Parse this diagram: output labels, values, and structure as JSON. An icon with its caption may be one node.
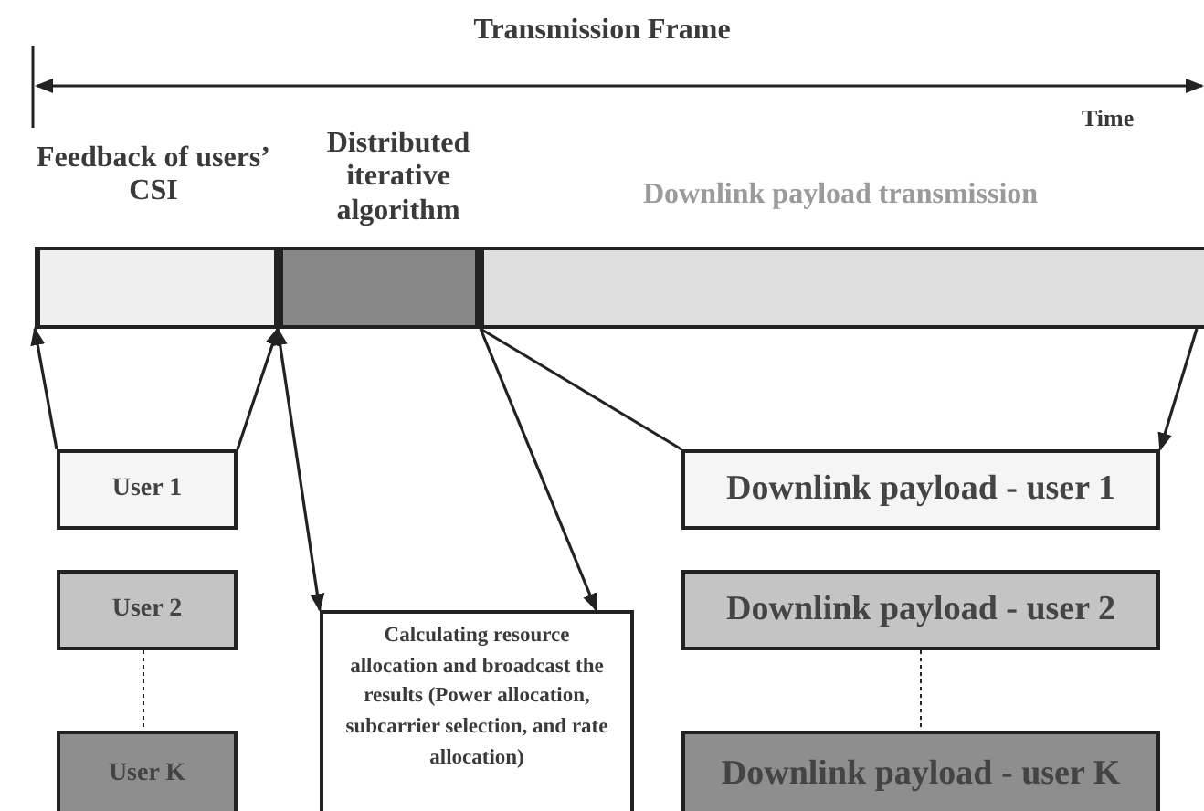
{
  "diagram": {
    "title": "Transmission Frame",
    "nodes": [
      {
        "text": [
          "Feedback of users’ CSI"
        ]
      },
      {
        "text": [
          "Distributed iterative algorithm"
        ]
      },
      {
        "text": [
          "Downlink payload transmission"
        ]
      },
      {
        "text": [
          "User 1"
        ]
      },
      {
        "text": [
          "User 2"
        ]
      },
      {
        "text": [
          "User K"
        ]
      },
      {
        "text": [
          "Calculating resource allocation and broadcast the results (Power allocation, subcarrier selection, and rate allocation)"
        ]
      },
      {
        "text": [
          "Downlink payload - user 1"
        ]
      },
      {
        "text": [
          "Downlink payload - user 2"
        ]
      },
      {
        "text": [
          "Downlink payload - user K"
        ]
      }
    ],
    "edges": [
      {
        "from": 3,
        "to": 0,
        "arrow": "to"
      },
      {
        "from": 3,
        "to": 0,
        "arrow": "to"
      },
      {
        "from": 1,
        "to": 6,
        "arrow": "both"
      },
      {
        "from": 1,
        "to": 6,
        "arrow": "to"
      },
      {
        "from": 2,
        "to": 7,
        "arrow": "none"
      },
      {
        "from": 2,
        "to": 7,
        "arrow": "to"
      },
      {
        "from": 4,
        "to": 5,
        "arrow": "none",
        "style": "dashed"
      },
      {
        "from": 8,
        "to": 9,
        "arrow": "none",
        "style": "dashed"
      }
    ],
    "labels": [
      "Time"
    ]
  }
}
